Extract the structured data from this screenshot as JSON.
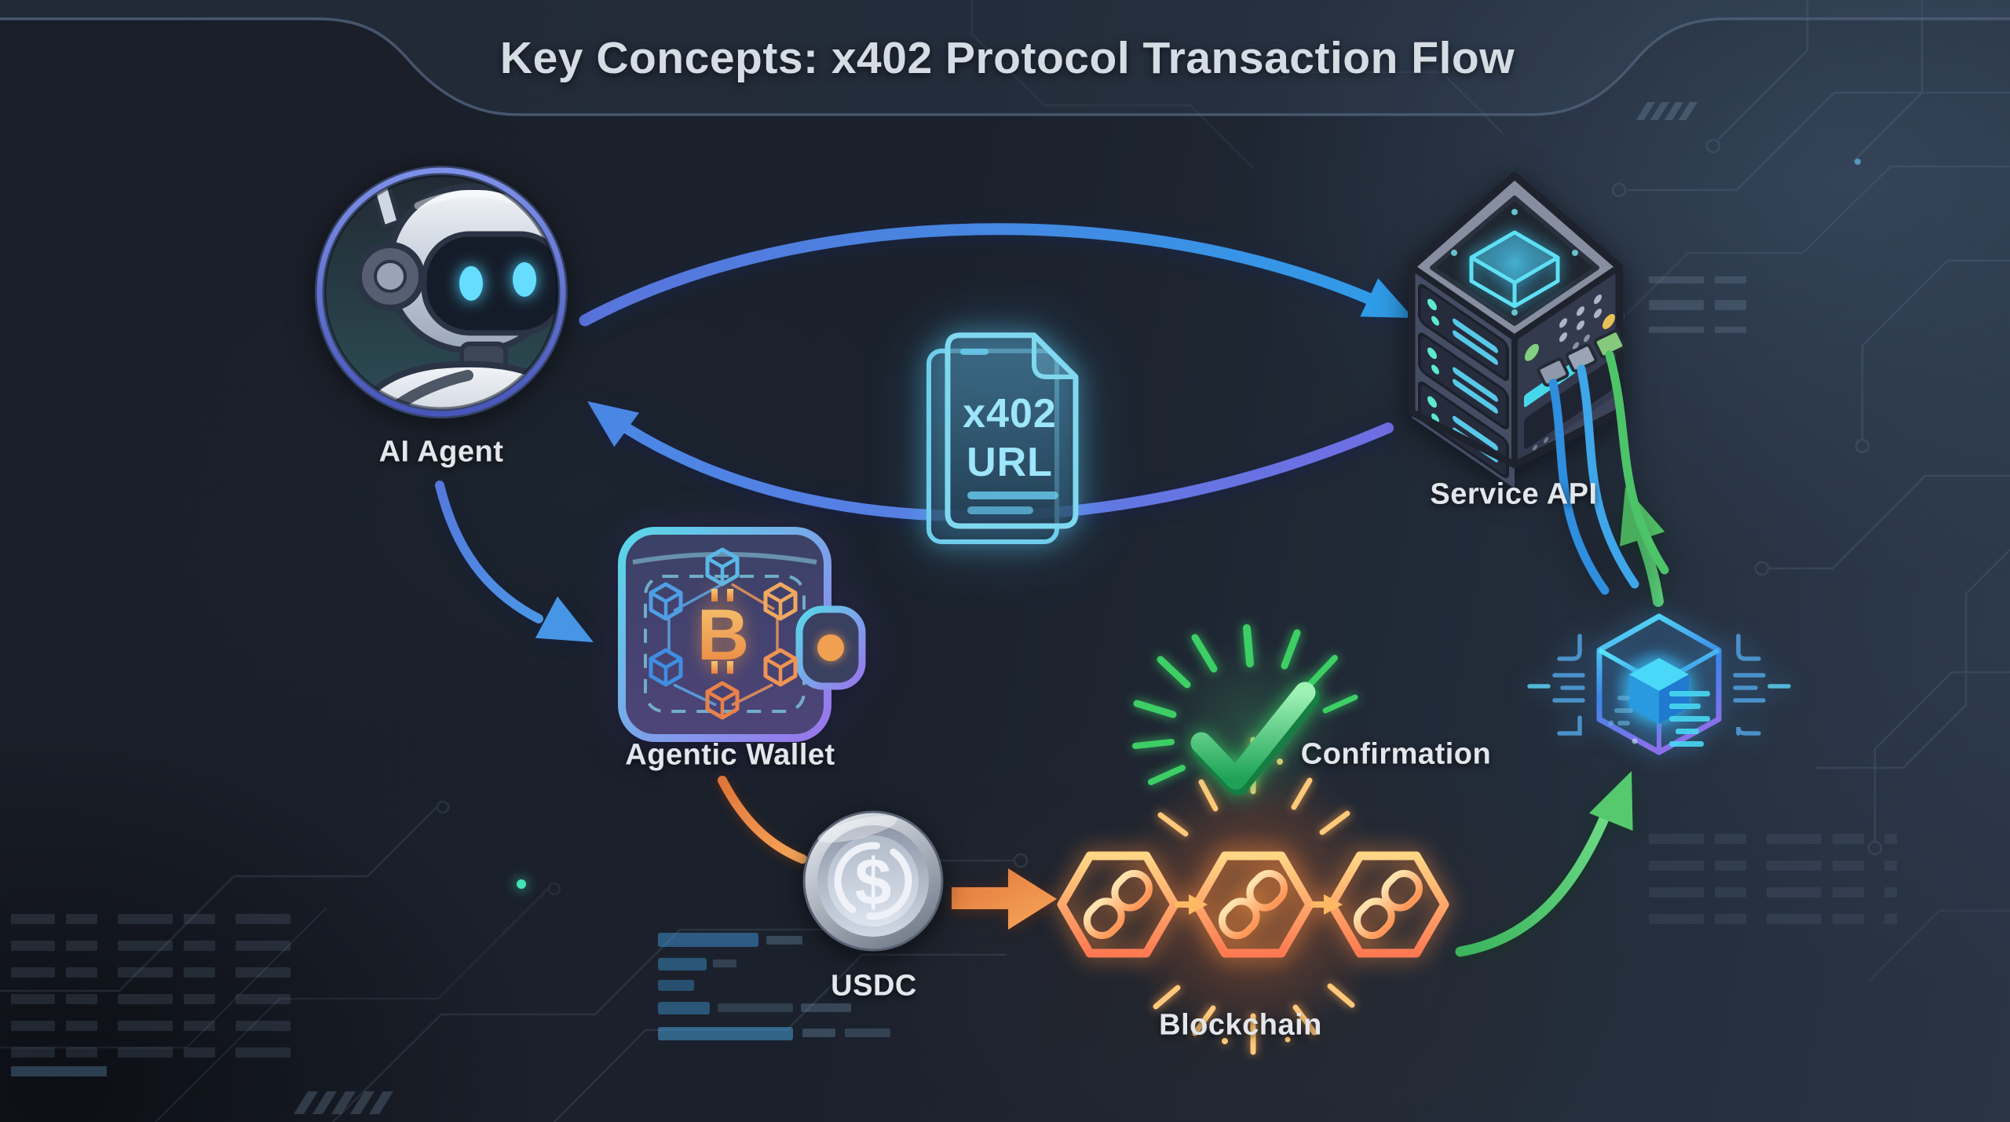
{
  "title": {
    "text": "Key Concepts: x402 Protocol Transaction Flow"
  },
  "nodes": {
    "ai_agent": {
      "label": "AI Agent",
      "icon": "robot-avatar-icon"
    },
    "service_api": {
      "label": "Service API",
      "icon": "server-icon"
    },
    "x402_document": {
      "icon": "x402-url-document-icon",
      "line1": "x402",
      "line2": "URL"
    },
    "agentic_wallet": {
      "label": "Agentic Wallet",
      "icon": "wallet-icon",
      "symbol": "B",
      "symbol_meaning": "bitcoin-sign"
    },
    "usdc": {
      "label": "USDC",
      "icon": "usdc-coin-icon",
      "symbol": "$"
    },
    "blockchain": {
      "label": "Blockchain",
      "icon": "chain-link-hexagons-icon",
      "hexagon_count": 3
    },
    "confirmation": {
      "label": "Confirmation",
      "icon": "green-checkmark-icon"
    },
    "block_cube": {
      "icon": "blockchain-cube-icon"
    }
  },
  "edges": [
    {
      "from": "ai_agent",
      "to": "service_api",
      "color": "#2f9ce8",
      "shape": "arc-over-top"
    },
    {
      "from": "service_api",
      "to": "ai_agent",
      "color": "#5f6ee0",
      "shape": "arc-behind-x402-document"
    },
    {
      "from": "ai_agent",
      "to": "agentic_wallet",
      "color": "#4a86e0",
      "shape": "curved-down"
    },
    {
      "from": "agentic_wallet",
      "to": "usdc",
      "color": "#ef8a43",
      "shape": "curved-swoosh"
    },
    {
      "from": "usdc",
      "to": "blockchain",
      "color": "#f49a4e",
      "shape": "block-arrow-right"
    },
    {
      "from": "blockchain",
      "to": "block_cube",
      "color": "#4cc468",
      "shape": "curved-up-right"
    },
    {
      "from": "block_cube",
      "to": "service_api",
      "color": "#4cc468",
      "shape": "curved-up"
    }
  ],
  "colors": {
    "background_dark": "#1a1f29",
    "background_light": "#293445",
    "title_text": "#d6dce4",
    "label_text": "#e3e7ec",
    "cyan_glow": "#6fd9f7",
    "blue_arrow": "#2f9ce8",
    "purple_arrow": "#6f6fe0",
    "orange": "#f0923e",
    "green": "#4cc468"
  }
}
